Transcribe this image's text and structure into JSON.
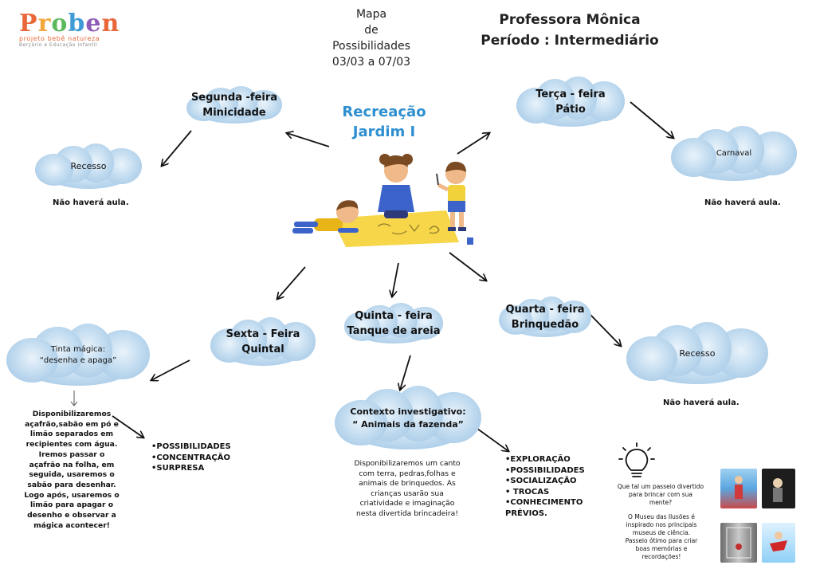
{
  "logo": {
    "letters": [
      {
        "ch": "P",
        "color": "#e8683a"
      },
      {
        "ch": "r",
        "color": "#f2a73b"
      },
      {
        "ch": "o",
        "color": "#5cb85c"
      },
      {
        "ch": "b",
        "color": "#3f9bd6"
      },
      {
        "ch": "e",
        "color": "#8e5bb5"
      },
      {
        "ch": "n",
        "color": "#e8683a"
      }
    ],
    "line1": "projeto bebê natureza",
    "line2": "Berçário e Educação Infantil"
  },
  "header": {
    "title_lines": [
      "Mapa",
      "de",
      "Possibilidades",
      "03/03 a 07/03"
    ],
    "teacher": "Professora Mônica",
    "period": "Período : Intermediário"
  },
  "center": {
    "title_line1": "Recreação",
    "title_line2": "Jardim I",
    "title_color": "#2e8fd0"
  },
  "nodes": {
    "monday": {
      "line1": "Segunda -feira",
      "line2": "Minicidade"
    },
    "monday_child": {
      "label": "Recesso",
      "note": "Não haverá aula."
    },
    "tuesday": {
      "line1": "Terça - feira",
      "line2": "Pátio"
    },
    "tuesday_child": {
      "label": "Carnaval",
      "note": "Não haverá aula."
    },
    "wednesday": {
      "line1": "Quarta - feira",
      "line2": "Brinquedão"
    },
    "wednesday_child": {
      "label": "Recesso",
      "note": "Não haverá aula."
    },
    "thursday": {
      "line1": "Quinta - feira",
      "line2": "Tanque de areia"
    },
    "thursday_child": {
      "line1": "Contexto investigativo:",
      "line2": "“ Animais da fazenda”",
      "description": "Disponibilizaremos um canto com terra, pedras,folhas e animais de brinquedos. As crianças usarão sua criatividade e imaginação nesta divertida brincadeira!",
      "skills": [
        "•EXPLORAÇÃO",
        "•POSSIBILIDADES",
        "•SOCIALIZAÇÃO",
        "• TROCAS",
        "•CONHECIMENTO",
        "PRÉVIOS."
      ]
    },
    "friday": {
      "line1": "Sexta - Feira",
      "line2": "Quintal"
    },
    "friday_child": {
      "line1": "Tinta mágica:",
      "line2": "“desenha e apaga”",
      "description": "Disponibilizaremos açafrão,sabão em pó e limão separados em recipientes com água. Iremos passar o açafrão na folha, em seguida, usaremos o sabão para desenhar. Logo após, usaremos o limão para apagar o desenho e observar a mágica acontecer!",
      "skills": [
        "•POSSIBILIDADES",
        "•CONCENTRAÇÃO",
        "•SURPRESA"
      ]
    }
  },
  "tip": {
    "icon": "lightbulb-icon",
    "question": "Que tal um passeio divertido para brincar com sua mente?",
    "info": "O Museu das Ilusões é inspirado nos principais museus de ciência. Passeio ótimo para criar boas memórias e recordações!"
  },
  "colors": {
    "cloud": "#a7c9e6",
    "arrow": "#111111",
    "paper": "#f7d64a"
  }
}
